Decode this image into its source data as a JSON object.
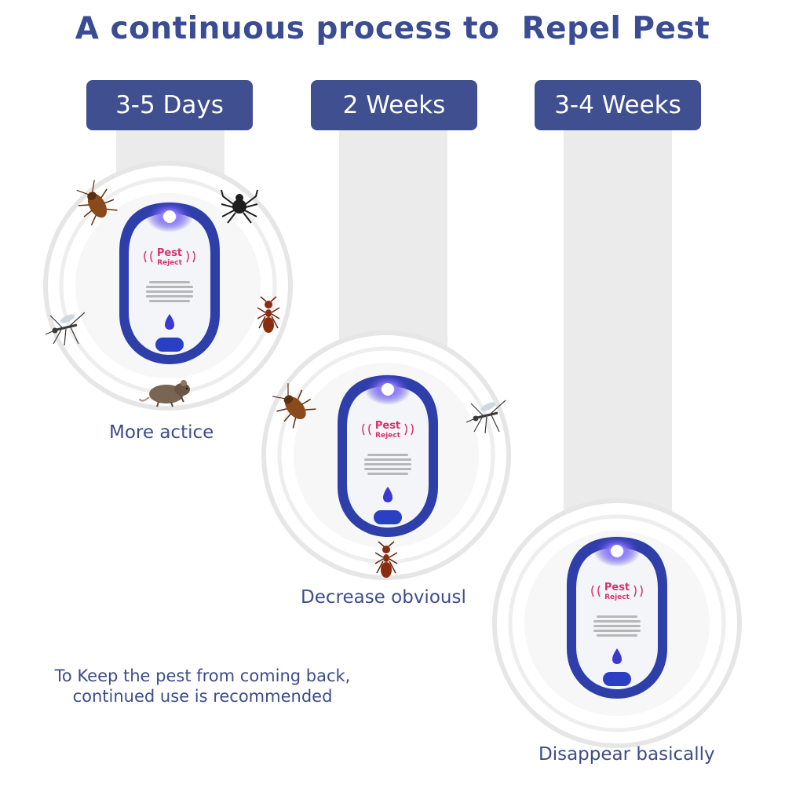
{
  "title": "A continuous process to  Repel Pest",
  "stages": [
    {
      "duration": "3-5 Days",
      "caption": "More actice"
    },
    {
      "duration": "2 Weeks",
      "caption": "Decrease obviousl"
    },
    {
      "duration": "3-4 Weeks",
      "caption": "Disappear basically"
    }
  ],
  "device": {
    "brand_line1": "Pest",
    "brand_line2": "Reject"
  },
  "note": {
    "line1": "To Keep the pest from coming back,",
    "line2": "continued use is recommended"
  },
  "colors": {
    "accent": "#3f4f8f",
    "text": "#3c4d8a",
    "strip": "#ebebeb",
    "device_blue": "#2a3aa8",
    "brand_pink": "#d6336c"
  },
  "icons": [
    "cockroach-icon",
    "spider-icon",
    "mosquito-icon",
    "ant-icon",
    "rat-icon"
  ]
}
